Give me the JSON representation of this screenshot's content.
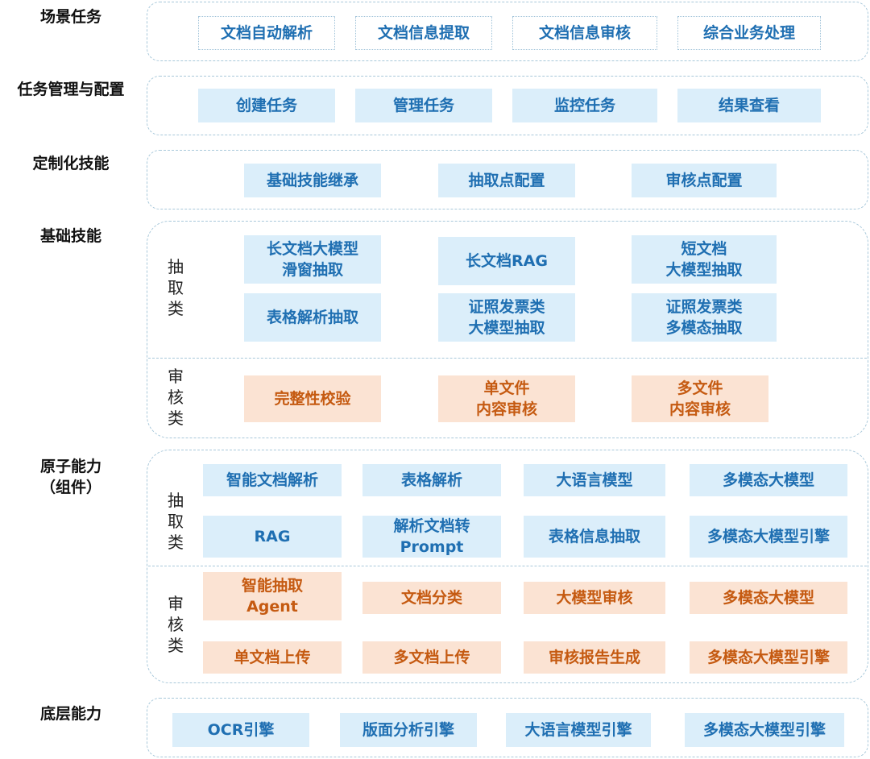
{
  "layers": {
    "scenario": {
      "label": "场景任务",
      "items": [
        "文档自动解析",
        "文档信息提取",
        "文档信息审核",
        "综合业务处理"
      ]
    },
    "management": {
      "label": "任务管理与配置",
      "items": [
        "创建任务",
        "管理任务",
        "监控任务",
        "结果查看"
      ]
    },
    "custom": {
      "label": "定制化技能",
      "items": [
        "基础技能继承",
        "抽取点配置",
        "审核点配置"
      ]
    },
    "basic": {
      "label": "基础技能",
      "extract_side": "抽取类",
      "extract_items": [
        "长文档大模型\n滑窗抽取",
        "长文档RAG",
        "短文档\n大模型抽取",
        "表格解析抽取",
        "证照发票类\n大模型抽取",
        "证照发票类\n多模态抽取"
      ],
      "audit_side": "审核类",
      "audit_items": [
        "完整性校验",
        "单文件\n内容审核",
        "多文件\n内容审核"
      ]
    },
    "atomic": {
      "label": "原子能力\n（组件）",
      "extract_side": "抽取类",
      "extract_items": [
        "智能文档解析",
        "表格解析",
        "大语言模型",
        "多模态大模型",
        "RAG",
        "解析文档转\nPrompt",
        "表格信息抽取",
        "多模态大模型引擎"
      ],
      "audit_side": "审核类",
      "audit_items": [
        "智能抽取\nAgent",
        "文档分类",
        "大模型审核",
        "多模态大模型",
        "单文档上传",
        "多文档上传",
        "审核报告生成",
        "多模态大模型引擎"
      ]
    },
    "bottom": {
      "label": "底层能力",
      "items": [
        "OCR引擎",
        "版面分析引擎",
        "大语言模型引擎",
        "多模态大模型引擎"
      ]
    }
  }
}
